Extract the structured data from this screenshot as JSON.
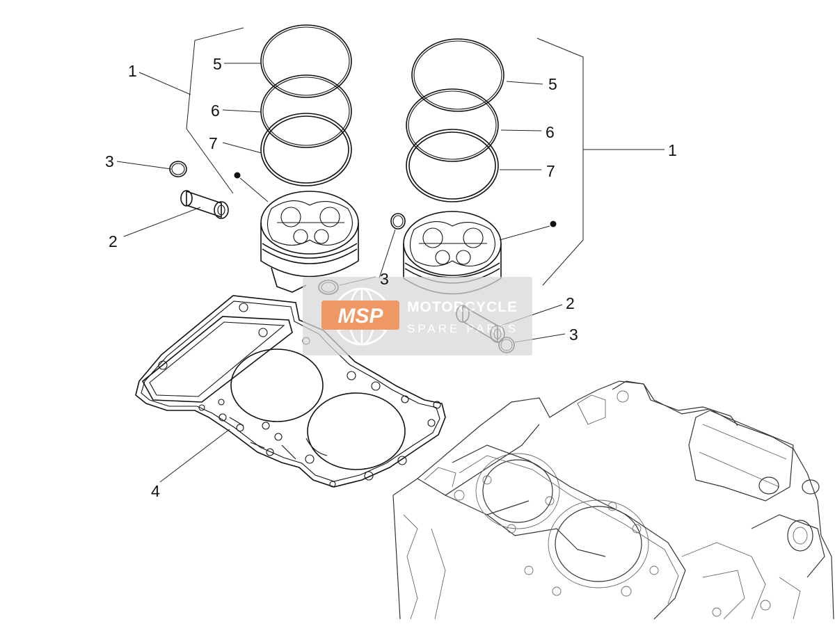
{
  "callouts": [
    {
      "id": "c-1-left",
      "label": "1"
    },
    {
      "id": "c-5-left",
      "label": "5"
    },
    {
      "id": "c-6-left",
      "label": "6"
    },
    {
      "id": "c-7-left",
      "label": "7"
    },
    {
      "id": "c-3-left",
      "label": "3"
    },
    {
      "id": "c-2-left",
      "label": "2"
    },
    {
      "id": "c-3-mid",
      "label": "3"
    },
    {
      "id": "c-4",
      "label": "4"
    },
    {
      "id": "c-5-right",
      "label": "5"
    },
    {
      "id": "c-6-right",
      "label": "6"
    },
    {
      "id": "c-7-right",
      "label": "7"
    },
    {
      "id": "c-1-right",
      "label": "1"
    },
    {
      "id": "c-2-right",
      "label": "2"
    },
    {
      "id": "c-3-right",
      "label": "3"
    }
  ],
  "watermark": {
    "logo_text": "MSP",
    "title": "MOTORCYCLE",
    "subtitle": "SPARE PARTS",
    "accent_color": "#e8732a",
    "panel_color": "#d8d8d8"
  }
}
